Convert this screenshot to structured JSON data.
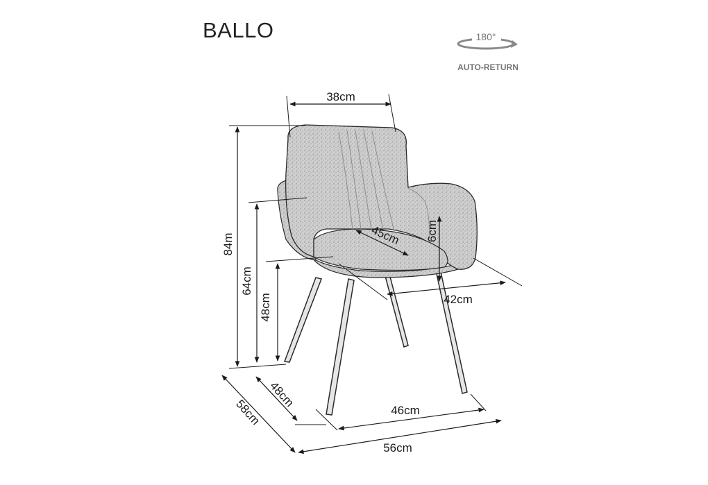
{
  "product": {
    "name": "BALLO"
  },
  "badge": {
    "angle": "180°",
    "label": "AUTO-RETURN",
    "icon": "rotate-arrow-icon"
  },
  "dimensions": {
    "backrest_width": "38cm",
    "total_height": "84m",
    "armrest_height": "64cm",
    "seat_height": "48cm",
    "seat_depth": "45cm",
    "armrest_thickness": "6cm",
    "seat_width": "42cm",
    "leg_depth": "48cm",
    "total_depth": "58cm",
    "leg_width": "46cm",
    "total_width": "56cm"
  },
  "colors": {
    "line": "#1a1a1a",
    "fabric": "#c9c9c9",
    "badge": "#8a8a8a"
  }
}
